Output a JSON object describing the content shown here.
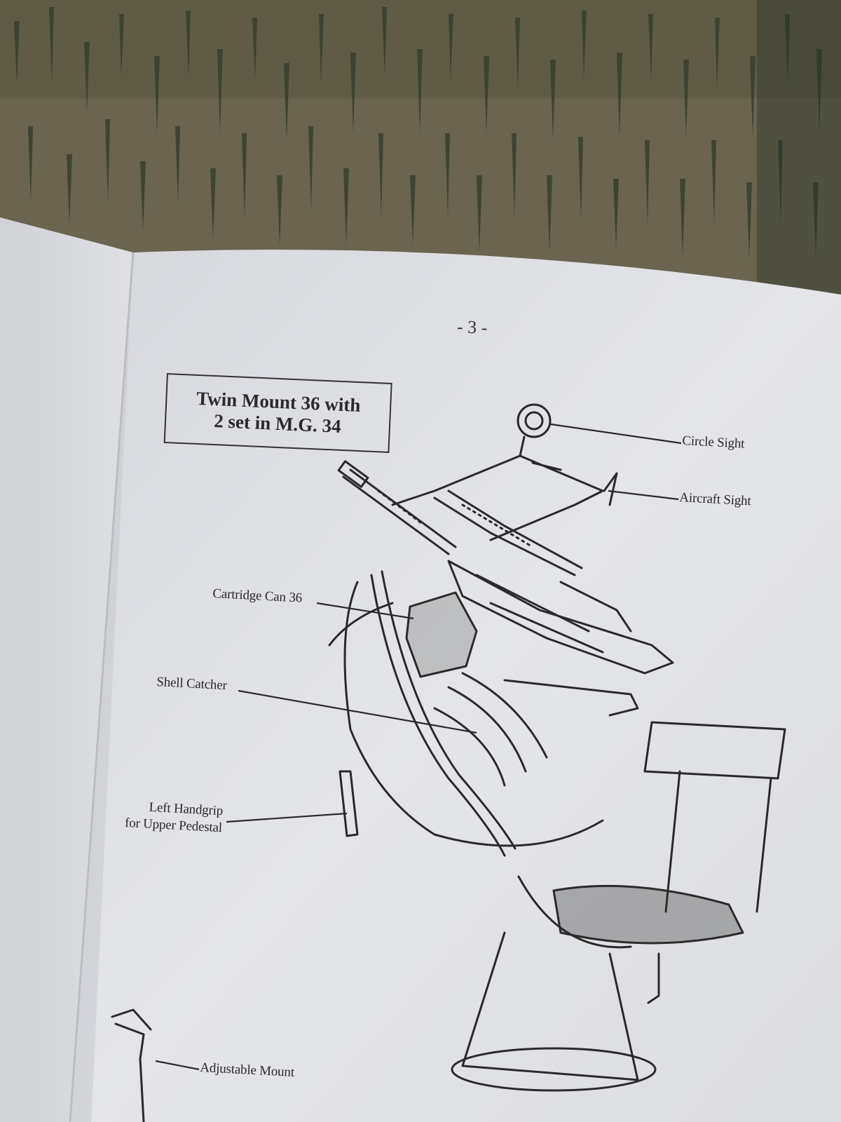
{
  "page": {
    "number": "- 3 -",
    "title_lines": [
      "Twin Mount 36 with",
      "2 set in M.G. 34"
    ]
  },
  "labels": {
    "circle_sight": "Circle Sight",
    "aircraft_sight": "Aircraft Sight",
    "cartridge_can": "Cartridge Can 36",
    "shell_catcher": "Shell Catcher",
    "left_handgrip_line1": "Left Handgrip",
    "left_handgrip_line2": "for Upper Pedestal",
    "adjustable_mount": "Adjustable Mount"
  },
  "colors": {
    "paper": "#e3e4e8",
    "paper_shadow": "#c9cbd0",
    "ink": "#2a2a2a",
    "fabric": "#5f5a45"
  }
}
